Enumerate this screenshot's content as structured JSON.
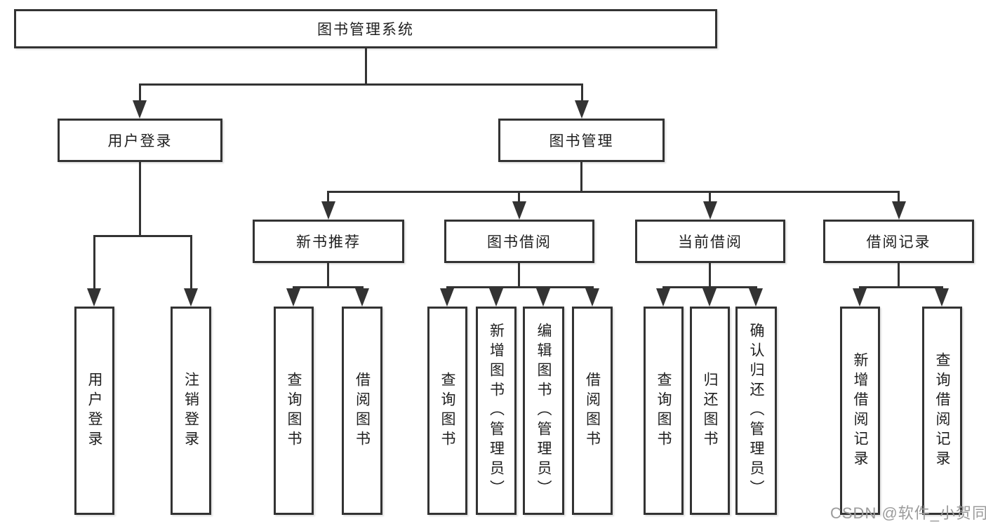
{
  "diagram_title": "图书管理系统",
  "tree": {
    "label": "图书管理系统",
    "children": [
      {
        "label": "用户登录",
        "children": [
          {
            "label": "用户登录"
          },
          {
            "label": "注销登录"
          }
        ]
      },
      {
        "label": "图书管理",
        "children": [
          {
            "label": "新书推荐",
            "children": [
              {
                "label": "查询图书"
              },
              {
                "label": "借阅图书"
              }
            ]
          },
          {
            "label": "图书借阅",
            "children": [
              {
                "label": "查询图书"
              },
              {
                "label": "新增图书（管理员）"
              },
              {
                "label": "编辑图书（管理员）"
              },
              {
                "label": "借阅图书"
              }
            ]
          },
          {
            "label": "当前借阅",
            "children": [
              {
                "label": "查询图书"
              },
              {
                "label": "归还图书"
              },
              {
                "label": "确认归还（管理员）"
              }
            ]
          },
          {
            "label": "借阅记录",
            "children": [
              {
                "label": "新增借阅记录"
              },
              {
                "label": "查询借阅记录"
              }
            ]
          }
        ]
      }
    ]
  },
  "watermark": {
    "text": "CSDN @软件_小贺同学"
  },
  "colors": {
    "line": "#333333",
    "text": "#1f1f1f",
    "watermark": "#9b9b9b",
    "background": "#ffffff"
  }
}
